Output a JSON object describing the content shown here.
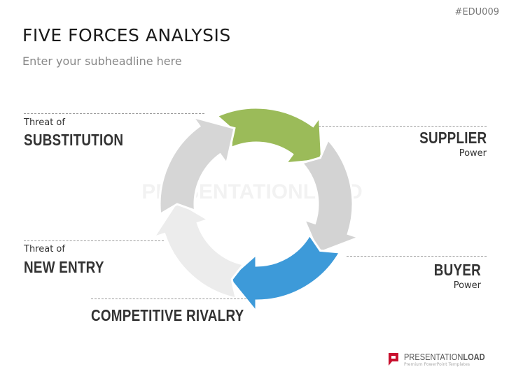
{
  "slide_code": "#EDU009",
  "title": "FIVE FORCES ANALYSIS",
  "subheadline": "Enter your subheadline here",
  "forces": {
    "substitution": {
      "small": "Threat of",
      "big": "SUBSTITUTION"
    },
    "supplier": {
      "big": "SUPPLIER",
      "small": "Power"
    },
    "buyer": {
      "big": "BUYER",
      "small": "Power"
    },
    "new_entry": {
      "small": "Threat of",
      "big": "NEW ENTRY"
    },
    "rivalry": {
      "big": "COMPETITIVE RIVALRY"
    }
  },
  "arrow_colors": [
    "#9bbb59",
    "#d3d3d3",
    "#3d9ad9",
    "#ececec",
    "#d6d6d6"
  ],
  "watermark": "PRESENTATIONLOAD",
  "logo": {
    "brand": "PRESENTATION",
    "brand_bold": "LOAD",
    "tagline": "Premium PowerPoint Templates",
    "color": "#c8102e"
  }
}
